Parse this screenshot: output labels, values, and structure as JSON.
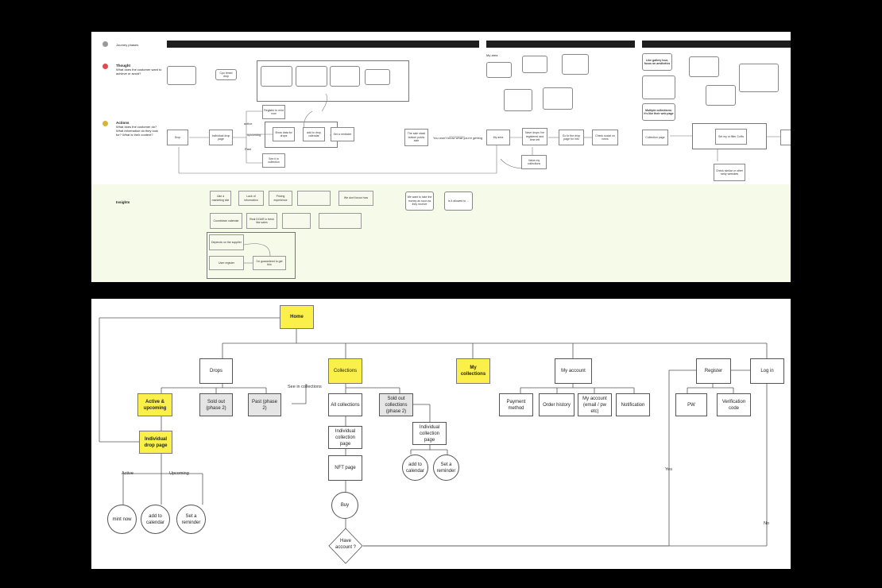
{
  "journey": {
    "rows": {
      "phases": "Journey phases",
      "thought_title": "Thought",
      "thought_sub": "What does the customer want to achieve or avoid?",
      "actions_title": "Actions",
      "actions_sub": "What does the customer do? What information do they look for? What is their context?",
      "insights": "Insights"
    },
    "section_label": "My area",
    "thought_bubbles": [
      "",
      "Cpu timed drop",
      "",
      "",
      "",
      "",
      "",
      "",
      "",
      "",
      "",
      "",
      "Like gallery tour, focus on aesthetics",
      "",
      "",
      "",
      "Multiple collections: it's like their web page"
    ],
    "action_nodes": [
      "Drop",
      "Individual drop page",
      "Register to mint now",
      "Show data for drops",
      "add to drop calendar",
      "Set a reminder",
      "See it in collection",
      "The sale stack bottom public sale",
      "You won't know what you're getting",
      "My area",
      "Nave drops i've registered and time left",
      "Go to the drop page for info",
      "Check social on news",
      "Value my collections",
      "Collection page",
      "Set my or filter 3 nfts",
      "Check similar or other rarity websites",
      ""
    ],
    "edge_labels": [
      "active",
      "upcoming",
      "Past"
    ],
    "insight_notes": [
      "Like a marketing site",
      "Lack of information",
      "Pricing experience",
      "",
      "We don't know how",
      "We want to take the money as soon as they receive",
      "Is it allowed to ...",
      "Countdown calendar",
      "Real DOAR in fresh like sales",
      "",
      "",
      "Depends on the supplier",
      "User register",
      "I'm guaranteed to get this"
    ]
  },
  "sitemap": {
    "home": "Home",
    "drops": "Drops",
    "collections": "Collections",
    "my_collections": "My collections",
    "my_account": "My account",
    "register": "Register",
    "login": "Log in",
    "active_upcoming": "Active & upcoming",
    "sold_out_drops": "Sold out (phase 2)",
    "past": "Past (phase 2)",
    "see_in_collections": "See in collections",
    "all_collections": "All collections",
    "sold_out_collections": "Sold out collections (phase 2)",
    "payment": "Payment method",
    "order_history": "Order history",
    "my_account_detail": "My account (email / pw etc)",
    "notification": "Notification",
    "pw": "PW",
    "verification": "Verification code",
    "individual_drop": "Individual drop page",
    "individual_collection": "Individual collection page",
    "individual_collection_2": "Individual collection page",
    "nft_page": "NFT page",
    "add_calendar_2": "add to calendar",
    "reminder_2": "Set a reminder",
    "active": "Active",
    "upcoming": "Upcoming",
    "mint_now": "mint now",
    "add_calendar": "add to calendar",
    "reminder": "Set a reminder",
    "buy": "Buy",
    "have_account": "Have account ?",
    "yes": "Yes",
    "no": "No"
  },
  "colors": {
    "yellow": "#fbef4a",
    "gray": "#e5e5e5",
    "green_band": "#f6fbe9",
    "phase_bar": "#1e1e1e"
  }
}
